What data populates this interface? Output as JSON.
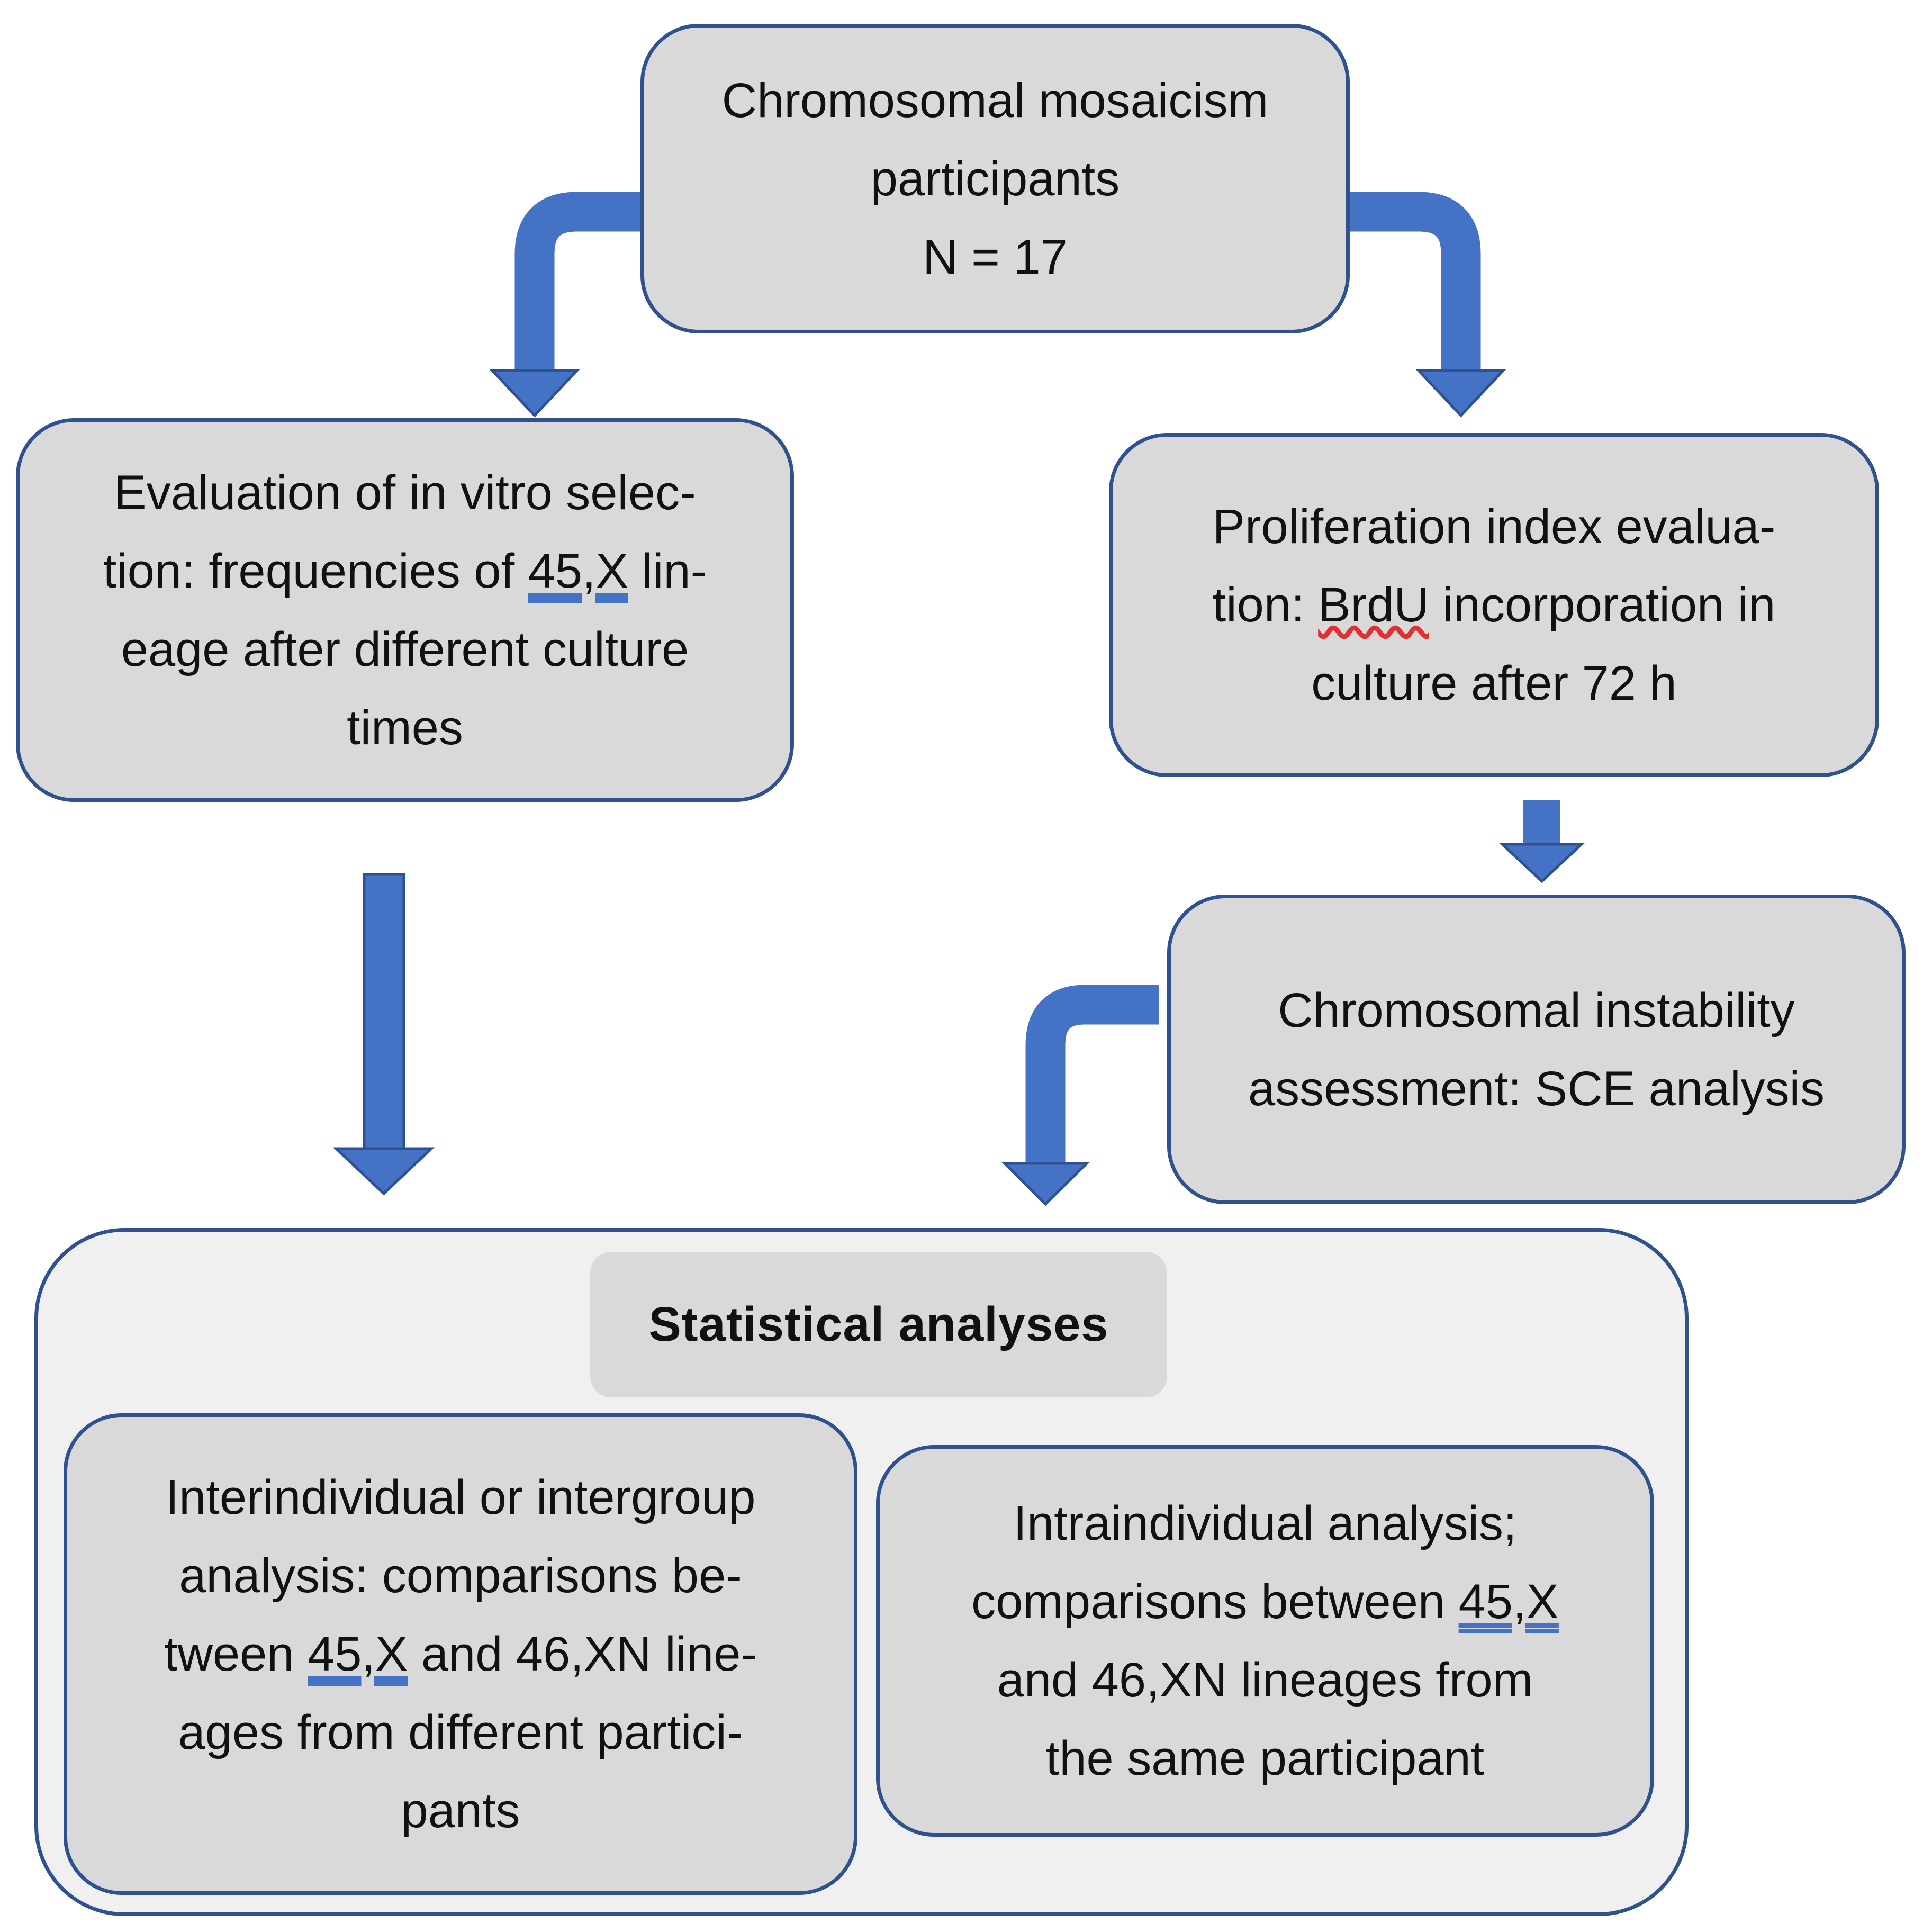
{
  "boxes": {
    "participants": {
      "lines": [
        "Chromosomal mosaicism",
        "participants",
        "N = 17"
      ]
    },
    "in_vitro": {
      "line1": "Evaluation of in vitro selec-",
      "line2_pre": "tion: frequencies of ",
      "line2_mark": "45,X",
      "line2_post": " lin-",
      "line3": "eage after different culture",
      "line4": "times"
    },
    "proliferation": {
      "line1": "Proliferation index evalua-",
      "line2_pre": "tion: ",
      "line2_mark": "BrdU",
      "line2_post": " incorporation in",
      "line3": "culture after 72 h"
    },
    "instability": {
      "line1": "Chromosomal instability",
      "line2": "assessment: SCE analysis"
    },
    "statistical": {
      "title": "Statistical analyses"
    },
    "interindividual": {
      "line1": "Interindividual or intergroup",
      "line2": "analysis: comparisons be-",
      "line3_pre": "tween ",
      "line3_mark": "45,X",
      "line3_post": " and 46,XN line-",
      "line4": "ages from different partici-",
      "line5": "pants"
    },
    "intraindividual": {
      "line1": "Intraindividual analysis;",
      "line2_pre": "comparisons between ",
      "line2_mark": "45,X",
      "line3": "and 46,XN lineages from",
      "line4": "the same participant"
    }
  },
  "colors": {
    "arrow": "#4472c4",
    "border": "#2f528f",
    "box_fill": "#d9d9d9",
    "container_fill": "#f0f0f0"
  }
}
